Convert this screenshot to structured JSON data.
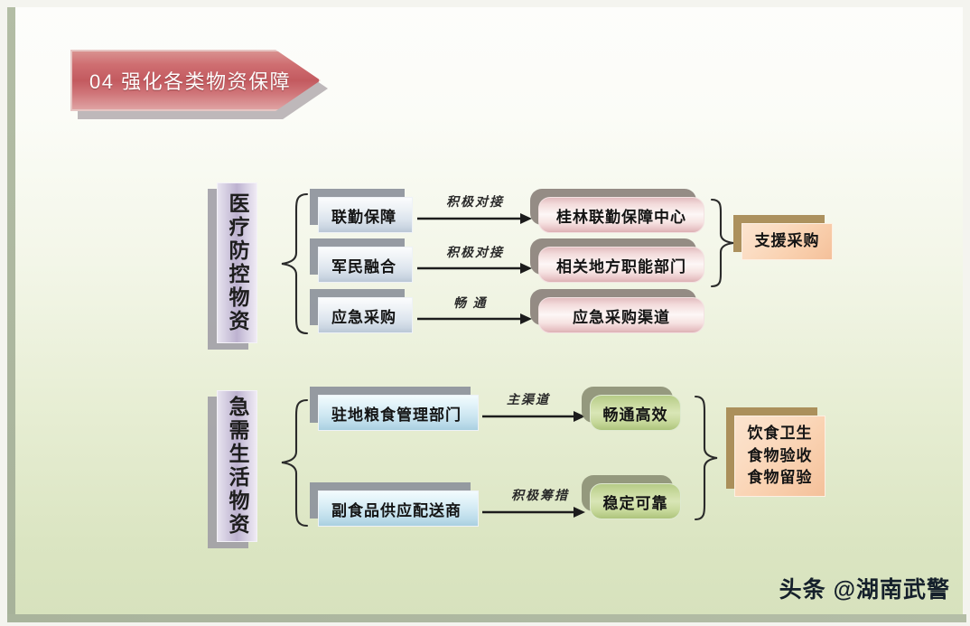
{
  "slide": {
    "title": "04 强化各类物资保障",
    "watermark": "头条 @湖南武警",
    "colors": {
      "banner": "#c35a5f",
      "vlabel": "#bdb2d0",
      "blue_box": "#cbd6e2",
      "pink_box": "#e7c2c4",
      "green_box": "#c6d89a",
      "orange_box": "#f7c9a5",
      "background_top": "#fdfdfb",
      "background_bottom": "#d7e2bd",
      "frame": "#a9b49c"
    }
  },
  "sections": [
    {
      "category_label": "医疗防控物资",
      "sources": [
        {
          "label": "联勤保障"
        },
        {
          "label": "军民融合"
        },
        {
          "label": "应急采购"
        }
      ],
      "arrow_captions": [
        "积极对接",
        "积极对接",
        "畅  通"
      ],
      "targets": [
        {
          "label": "桂林联勤保障中心"
        },
        {
          "label": "相关地方职能部门"
        },
        {
          "label": "应急采购渠道"
        }
      ],
      "outcome": {
        "lines": [
          "支援采购"
        ]
      }
    },
    {
      "category_label": "急需生活物资",
      "sources": [
        {
          "label": "驻地粮食管理部门"
        },
        {
          "label": "副食品供应配送商"
        }
      ],
      "arrow_captions": [
        "主渠道",
        "积极筹措"
      ],
      "targets": [
        {
          "label": "畅通高效"
        },
        {
          "label": "稳定可靠"
        }
      ],
      "outcome": {
        "lines": [
          "饮食卫生",
          "食物验收",
          "食物留验"
        ]
      }
    }
  ]
}
